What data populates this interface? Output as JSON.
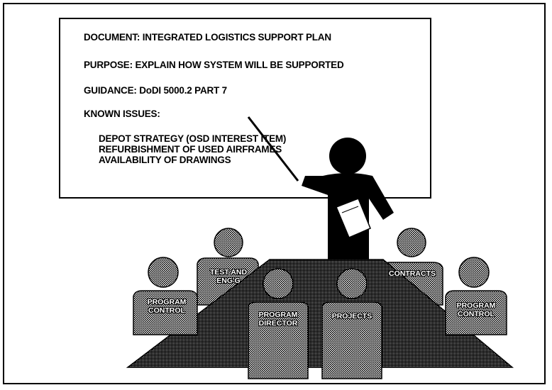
{
  "board": {
    "document": "DOCUMENT: INTEGRATED LOGISTICS SUPPORT PLAN",
    "purpose": "PURPOSE: EXPLAIN HOW SYSTEM WILL BE SUPPORTED",
    "guidance": "GUIDANCE: DoDI 5000.2 PART 7",
    "known_issues": "KNOWN ISSUES:",
    "issues": [
      "DEPOT STRATEGY (OSD INTEREST ITEM)",
      "REFURBISHMENT OF USED AIRFRAMES",
      "AVAILABILITY OF DRAWINGS"
    ]
  },
  "seats": {
    "program_control_left": [
      "PROGRAM",
      "CONTROL"
    ],
    "test_and_engg": [
      "TEST AND",
      "ENG'G"
    ],
    "program_director": [
      "PROGRAM",
      "DIRECTOR"
    ],
    "projects": [
      "PROJECTS"
    ],
    "contracts": [
      "CONTRACTS"
    ],
    "program_control_right": [
      "PROGRAM",
      "CONTROL"
    ]
  }
}
